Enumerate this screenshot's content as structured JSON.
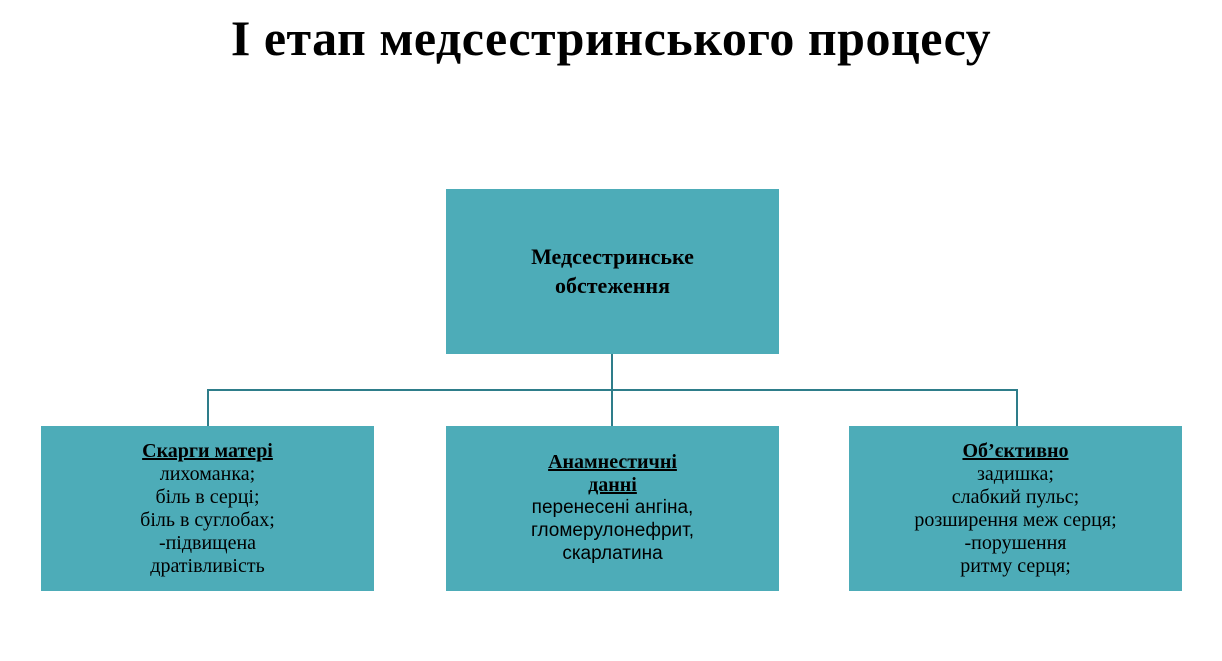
{
  "title": "І етап медсестринського процесу",
  "colors": {
    "box_fill": "#4DACB8",
    "connector": "#2E7D8A",
    "text": "#000000",
    "background": "#FFFFFF"
  },
  "diagram": {
    "root": {
      "label_lines": [
        "Медсестринське",
        "обстеження"
      ]
    },
    "children": [
      {
        "heading_lines": [
          "Скарги матері"
        ],
        "body_lines": [
          "лихоманка;",
          "біль в серці;",
          "біль в суглобах;",
          "-підвищена",
          "дратівливість"
        ]
      },
      {
        "heading_lines": [
          "Анамнестичні",
          "данні"
        ],
        "body_lines": [
          "перенесені ангіна,",
          "гломерулонефрит,",
          "скарлатина"
        ]
      },
      {
        "heading_lines": [
          "Об’єктивно"
        ],
        "body_lines": [
          "задишка;",
          "слабкий пульс;",
          "розширення меж серця;",
          "-порушення",
          "ритму серця;"
        ]
      }
    ]
  }
}
